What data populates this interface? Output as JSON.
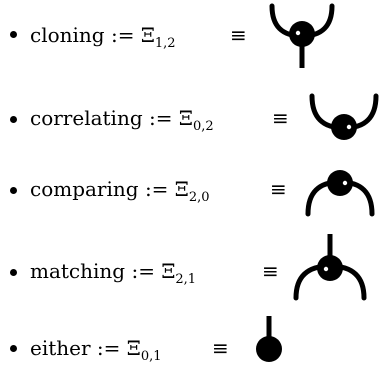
{
  "rows": [
    {
      "id": "cloning",
      "name": "cloning",
      "assign": ":=",
      "symbol": "Ξ",
      "subscript": "1,2",
      "equiv": "≡",
      "glyph": "cloning-spider-icon"
    },
    {
      "id": "correlating",
      "name": "correlating",
      "assign": ":=",
      "symbol": "Ξ",
      "subscript": "0,2",
      "equiv": "≡",
      "glyph": "correlating-spider-icon"
    },
    {
      "id": "comparing",
      "name": "comparing",
      "assign": ":=",
      "symbol": "Ξ",
      "subscript": "2,0",
      "equiv": "≡",
      "glyph": "comparing-spider-icon"
    },
    {
      "id": "matching",
      "name": "matching",
      "assign": ":=",
      "symbol": "Ξ",
      "subscript": "2,1",
      "equiv": "≡",
      "glyph": "matching-spider-icon"
    },
    {
      "id": "either",
      "name": "either",
      "assign": ":=",
      "symbol": "Ξ",
      "subscript": "0,1",
      "equiv": "≡",
      "glyph": "either-spider-icon"
    }
  ],
  "colors": {
    "ink": "#000000",
    "background": "#ffffff"
  }
}
